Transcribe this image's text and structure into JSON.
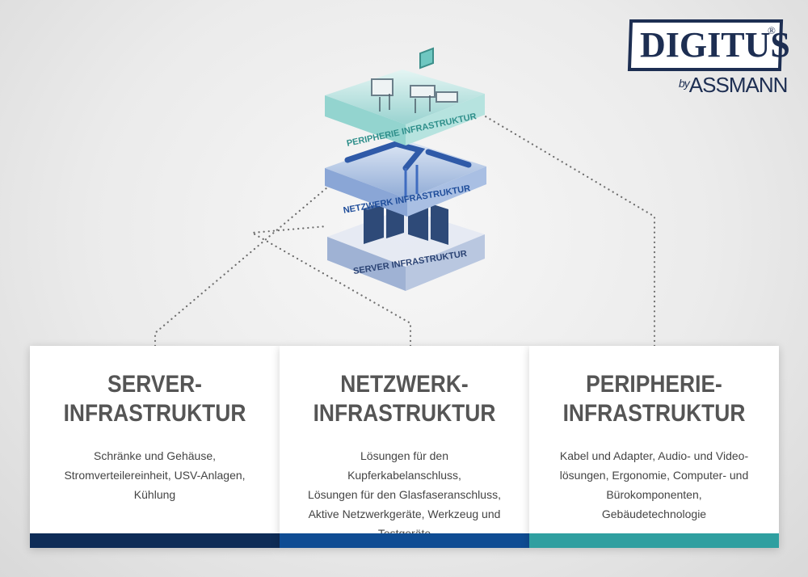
{
  "logo": {
    "brand": "DIGITUS",
    "registered": "®",
    "sub_by": "by",
    "sub_name": "ASSMANN"
  },
  "stack": {
    "layer_periphery": "PERIPHERIE INFRASTRUKTUR",
    "layer_network": "NETZWERK INFRASTRUKTUR",
    "layer_server": "SERVER INFRASTRUKTUR"
  },
  "cards": {
    "server": {
      "title_line1": "SERVER-",
      "title_line2": "INFRASTRUKTUR",
      "desc_lines": [
        "Schränke und Gehäuse,",
        "Stromverteilereinheit, USV-Anlagen,",
        "Kühlung"
      ],
      "bar_color": "#0e2c57"
    },
    "network": {
      "title_line1": "NETZWERK-",
      "title_line2": "INFRASTRUKTUR",
      "desc_lines": [
        "Lösungen für den Kupferkabelanschluss,",
        "Lösungen für den Glasfaseranschluss,",
        "Aktive Netzwerkgeräte, Werkzeug und",
        "Testgeräte"
      ],
      "bar_color": "#0f4c93"
    },
    "periphery": {
      "title_line1": "PERIPHERIE-",
      "title_line2": "INFRASTRUKTUR",
      "desc_lines": [
        "Kabel und Adapter, Audio- und Video-",
        "lösungen, Ergonomie, Computer- und",
        "Bürokomponenten, Gebäudetechnologie"
      ],
      "bar_color": "#2f9fa0"
    }
  },
  "colors": {
    "brand_navy": "#1d2e52",
    "title_gray": "#555555",
    "text_gray": "#444444",
    "dotted_line": "#6e6e6e"
  }
}
